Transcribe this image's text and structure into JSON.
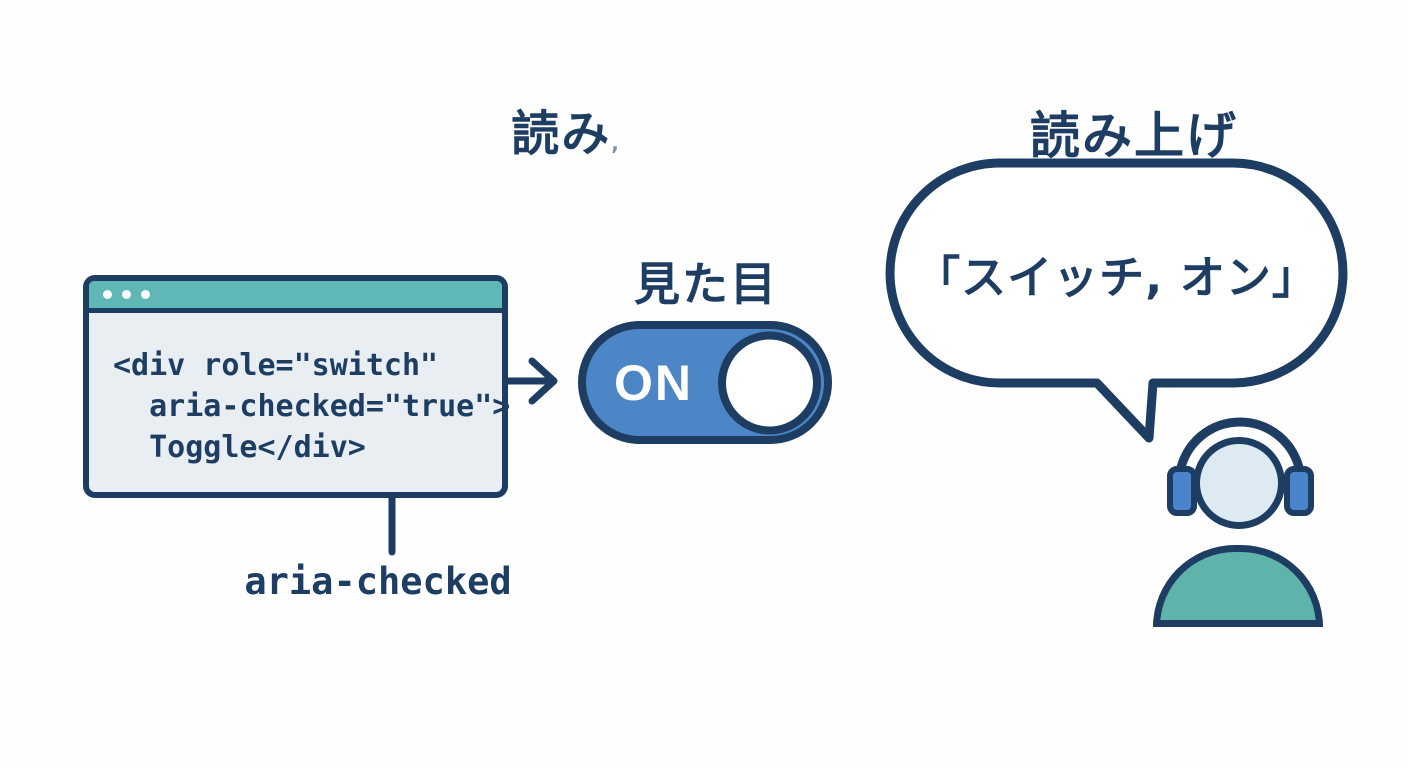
{
  "labels": {
    "top_center": "読み",
    "top_center_mark": ",",
    "top_right": "読み上げ",
    "visual": "見た目",
    "aria_attribute": "aria-checked"
  },
  "code_window": {
    "lines": {
      "0": "<div role=\"switch\"",
      "1": "  aria-checked=\"true\">",
      "2": "  Toggle</div>"
    }
  },
  "toggle": {
    "state_label": "ON",
    "state": "on"
  },
  "speech": {
    "text": "「スイッチ, オン」"
  },
  "colors": {
    "outline_navy": "#1e3d62",
    "titlebar_teal": "#5fb8b5",
    "torso_teal": "#5eb3ab",
    "toggle_blue": "#4c86c7",
    "window_body": "#e9eef2",
    "head_fill": "#ddeaf2"
  }
}
